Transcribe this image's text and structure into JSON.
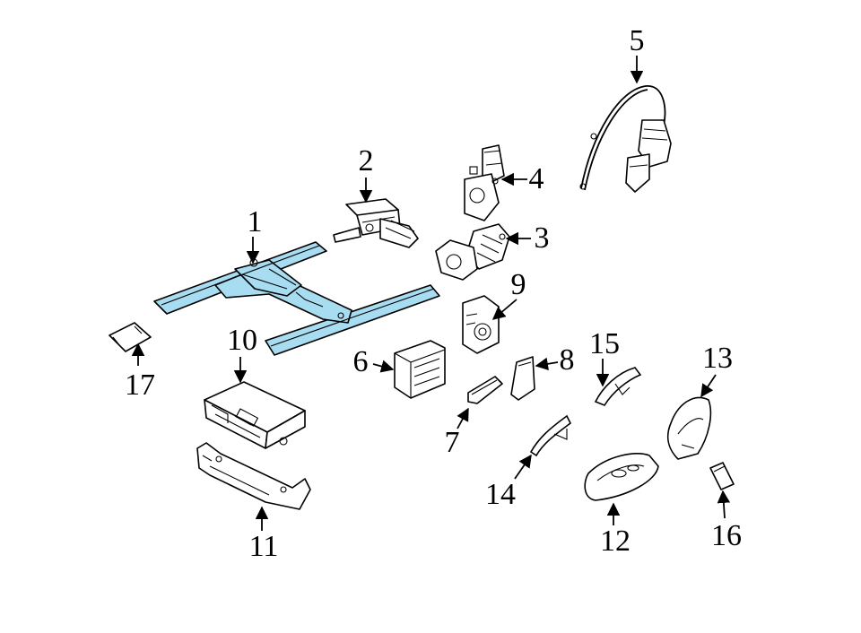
{
  "diagram": {
    "highlight_color": "#a8dcf0",
    "line_color": "#000000",
    "background_color": "#ffffff",
    "callouts": [
      {
        "id": "c1",
        "label": "1"
      },
      {
        "id": "c2",
        "label": "2"
      },
      {
        "id": "c3",
        "label": "3"
      },
      {
        "id": "c4",
        "label": "4"
      },
      {
        "id": "c5",
        "label": "5"
      },
      {
        "id": "c6",
        "label": "6"
      },
      {
        "id": "c7",
        "label": "7"
      },
      {
        "id": "c8",
        "label": "8"
      },
      {
        "id": "c9",
        "label": "9"
      },
      {
        "id": "c10",
        "label": "10"
      },
      {
        "id": "c11",
        "label": "11"
      },
      {
        "id": "c12",
        "label": "12"
      },
      {
        "id": "c13",
        "label": "13"
      },
      {
        "id": "c14",
        "label": "14"
      },
      {
        "id": "c15",
        "label": "15"
      },
      {
        "id": "c16",
        "label": "16"
      },
      {
        "id": "c17",
        "label": "17"
      }
    ]
  }
}
